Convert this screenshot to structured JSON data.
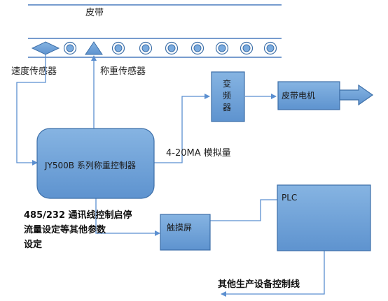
{
  "belt": {
    "label": "皮带"
  },
  "sensors": {
    "speed": "速度传感器",
    "weight": "称重传感器"
  },
  "controller": {
    "label": "JY500B 系列称重控制器"
  },
  "inverter": {
    "chars": [
      "变",
      "频",
      "器"
    ]
  },
  "motor": {
    "label": "皮带电机"
  },
  "signal": {
    "label": "4-20MA 模拟量"
  },
  "plc": {
    "label": "PLC"
  },
  "touchscreen": {
    "label": "触摸屏"
  },
  "comm": {
    "line1": "485/232 通讯线控制启停",
    "line2": "流量设定等其他参数",
    "line3": "设定"
  },
  "other_control": {
    "label": "其他生产设备控制线"
  },
  "colors": {
    "box_fill": "#6fa3d8",
    "box_stroke": "#3d6fa8",
    "line": "#5b8fd0",
    "belt_line": "#4a7bbd"
  }
}
